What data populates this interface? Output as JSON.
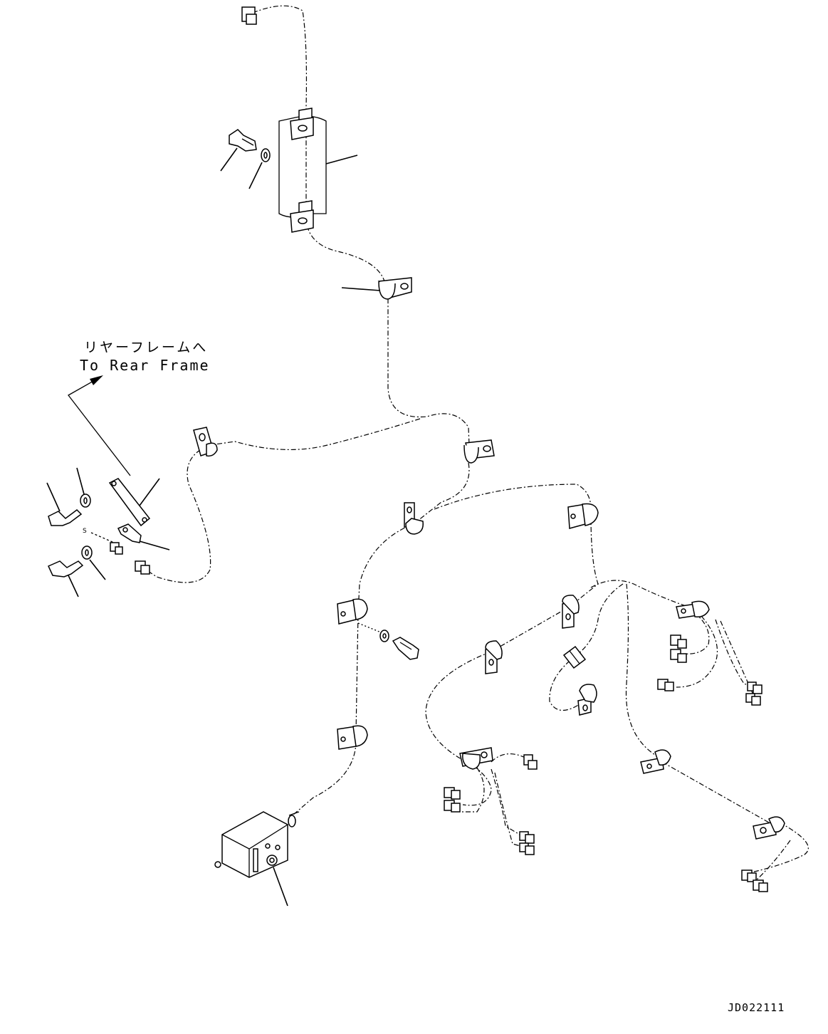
{
  "diagram": {
    "note_jp": "リヤーフレームへ",
    "note_en": "To Rear Frame",
    "drawing_code": "JD022111",
    "small_mark": "S"
  },
  "colors": {
    "line": "#000000",
    "background": "#ffffff"
  },
  "icons": [
    "arrow-icon",
    "bolt-icon",
    "washer-icon",
    "clamp-icon",
    "connector-icon",
    "sensor-box-icon",
    "bracket-icon"
  ]
}
